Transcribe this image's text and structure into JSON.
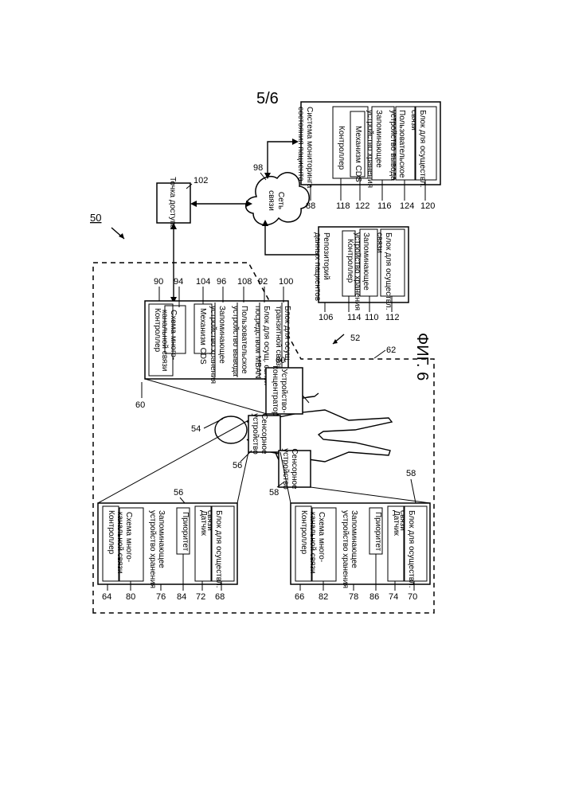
{
  "sheet": "5/6",
  "figure": "ФИГ. 6",
  "ref": {
    "system": "50",
    "patient": "52",
    "sensor_a": "54",
    "sensor_b": "56",
    "sensor_c": "58",
    "hub": "60",
    "network_zone": "62",
    "cloud": "98",
    "access_point": "102"
  },
  "access_point": "Точка доступа",
  "cloud": [
    "Сеть",
    "связи"
  ],
  "patient_labels": {
    "sensor_a": [
      "Сенсорное",
      "устройство"
    ],
    "sensor_b": [
      "Сенсорное",
      "устройство"
    ],
    "hub": [
      "Устройство-",
      "концентратор"
    ]
  },
  "hub_panel": {
    "ref": "60",
    "items": [
      {
        "num": "90",
        "lines": [
          "Контроллер"
        ]
      },
      {
        "num": "94",
        "lines": [
          "Схема много-",
          "канальной связи"
        ]
      },
      {
        "num": "104",
        "lines": [
          "Механизм CDS"
        ]
      },
      {
        "num": "96",
        "lines": [
          "Запоминающее",
          "устройство хранения"
        ]
      },
      {
        "num": "108",
        "lines": [
          "Пользовательское",
          "устройство вывода"
        ]
      },
      {
        "num": "92",
        "lines": [
          "Блок для осущ. связи",
          "посредством MBAN"
        ]
      },
      {
        "num": "100",
        "lines": [
          "Блок для осущ.",
          "транзитной связи"
        ]
      }
    ]
  },
  "sensor_panel_top": {
    "ref": "56",
    "items": [
      {
        "num": "64",
        "lines": [
          "Контроллер"
        ]
      },
      {
        "num": "80",
        "lines": [
          "Схема много-",
          "канальной связи"
        ]
      },
      {
        "num": "76",
        "lines": [
          "Запоминающее",
          "устройство хранения"
        ]
      },
      {
        "num": "84",
        "lines": [
          "Приоритет"
        ]
      },
      {
        "num": "72",
        "lines": [
          "Датчик"
        ]
      },
      {
        "num": "68",
        "lines": [
          "Блок для осуществл.",
          "связи"
        ]
      }
    ]
  },
  "sensor_panel_bottom": {
    "ref": "58",
    "items": [
      {
        "num": "66",
        "lines": [
          "Контроллер"
        ]
      },
      {
        "num": "82",
        "lines": [
          "Схема много-",
          "канальной связи"
        ]
      },
      {
        "num": "78",
        "lines": [
          "Запоминающее",
          "устройство хранения"
        ]
      },
      {
        "num": "86",
        "lines": [
          "Приоритет"
        ]
      },
      {
        "num": "74",
        "lines": [
          "Датчик"
        ]
      },
      {
        "num": "70",
        "lines": [
          "Блок для осуществл.",
          "связи"
        ]
      }
    ]
  },
  "repository": {
    "ref": "106",
    "title": [
      "Репозиторий",
      "данных пациентов"
    ],
    "items": [
      {
        "num": "114",
        "lines": [
          "Контроллер"
        ]
      },
      {
        "num": "110",
        "lines": [
          "Запоминающее",
          "устройство хранения"
        ]
      },
      {
        "num": "112",
        "lines": [
          "Блок для осуществл.",
          "связи"
        ]
      }
    ]
  },
  "monitoring": {
    "ref": "88",
    "title": [
      "Система мониторинга",
      "состояния пациента"
    ],
    "items": [
      {
        "num": "118",
        "lines": [
          "Контроллер"
        ]
      },
      {
        "num": "122",
        "lines": [
          "Механизм CDS"
        ]
      },
      {
        "num": "116",
        "lines": [
          "Запоминающее",
          "устройство хранения"
        ]
      },
      {
        "num": "124",
        "lines": [
          "Пользовательское",
          "устройство вывода"
        ]
      },
      {
        "num": "120",
        "lines": [
          "Блок для осуществл.",
          "связи"
        ]
      }
    ]
  }
}
